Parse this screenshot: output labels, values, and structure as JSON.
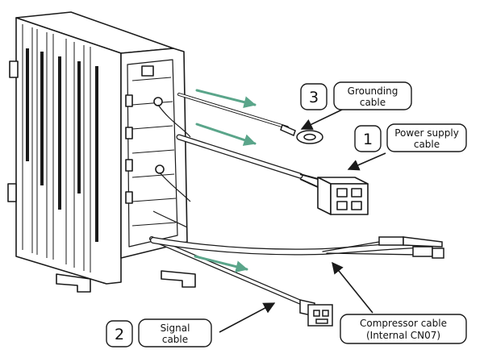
{
  "callouts": [
    {
      "number": "3",
      "label_line1": "Grounding",
      "label_line2": "cable"
    },
    {
      "number": "1",
      "label_line1": "Power supply",
      "label_line2": "cable"
    },
    {
      "number": "2",
      "label_line1": "Signal",
      "label_line2": "cable"
    },
    {
      "number": "",
      "label_line1": "Compressor cable",
      "label_line2": "(Internal CN07)"
    }
  ],
  "colors": {
    "line": "#1a1a1a",
    "direction_arrow": "#5aa58a",
    "box_fill": "#ffffff"
  },
  "icons": {
    "direction_arrow": "green-insertion-arrow",
    "pointer": "black-pointer-arrow"
  }
}
